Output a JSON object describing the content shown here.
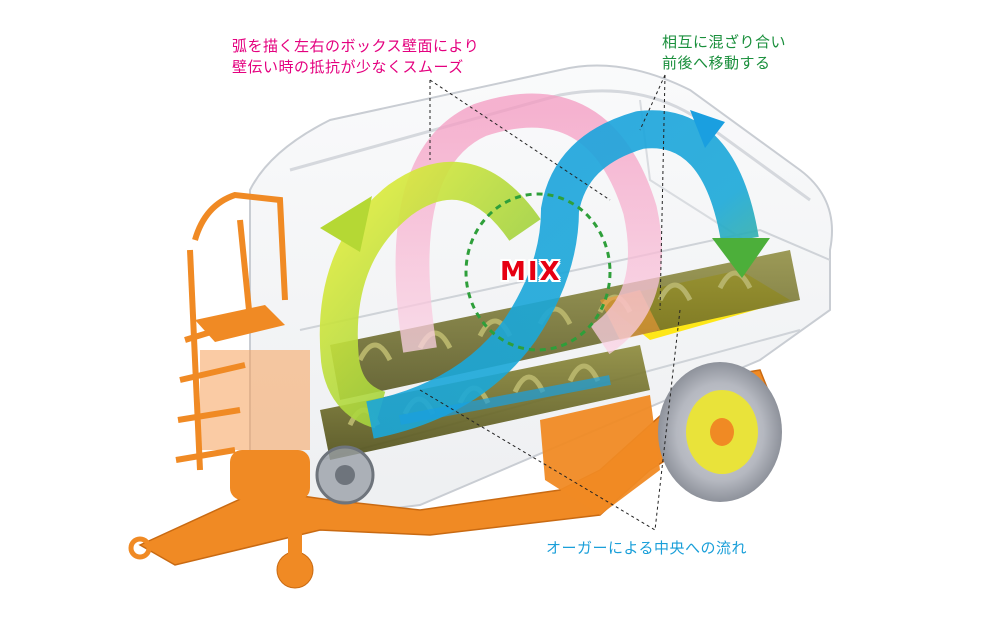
{
  "captions": {
    "arc_walls": {
      "line1": "弧を描く左右のボックス壁面により",
      "line2": "壁伝い時の抵抗が少なくスムーズ",
      "color": "#e4007f"
    },
    "mix_front_back": {
      "line1": "相互に混ざり合い",
      "line2": "前後へ移動する",
      "color": "#1a8f3c"
    },
    "auger_flow": {
      "line1": "オーガーによる中央への流れ",
      "color": "#1a9fd9"
    }
  },
  "mix": {
    "label": "MIX",
    "color": "#e60012"
  },
  "colors": {
    "machine_orange": "#f08a24",
    "auger_olive": "#6b6a22",
    "trough_yellow": "#ffe600",
    "arrow_blue": "#1a9fe0",
    "arrow_green": "#8cc63f",
    "arrow_pink": "#f7a6c8",
    "mix_circle_green": "#2e9f3a"
  }
}
